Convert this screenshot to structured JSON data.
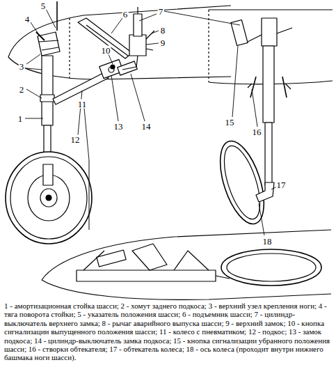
{
  "diagram": {
    "caption": "1 - амортизационная стойка шасси; 2 - хомут заднего подкоса; 3 - верхний узел крепления ноги; 4 - тяга поворота стойки; 5 - указатель положения шасси; 6 - подъемник шасси; 7 - цилиндр-выключатель верхнего замка; 8 - рычаг аварийного выпуска шасси; 9 - верхний замок; 10 - кнопка сигнализации выпущенного положения шасси; 11 - колесо с пневматиком; 12 - подкос; 13 - замок подкоса; 14 - цилиндр-выключатель замка подкоса; 15 - кнопка сигнализации убранного положения шасси; 16 - створки обтекателя; 17 - обтекатель колеса; 18 - ось колеса (проходит внутри нижнего башмака ноги шасси).",
    "labels": [
      "5",
      "4",
      "6",
      "7",
      "8",
      "9",
      "10",
      "3",
      "2",
      "1",
      "11",
      "12",
      "13",
      "14",
      "15",
      "16",
      "17",
      "18"
    ]
  }
}
